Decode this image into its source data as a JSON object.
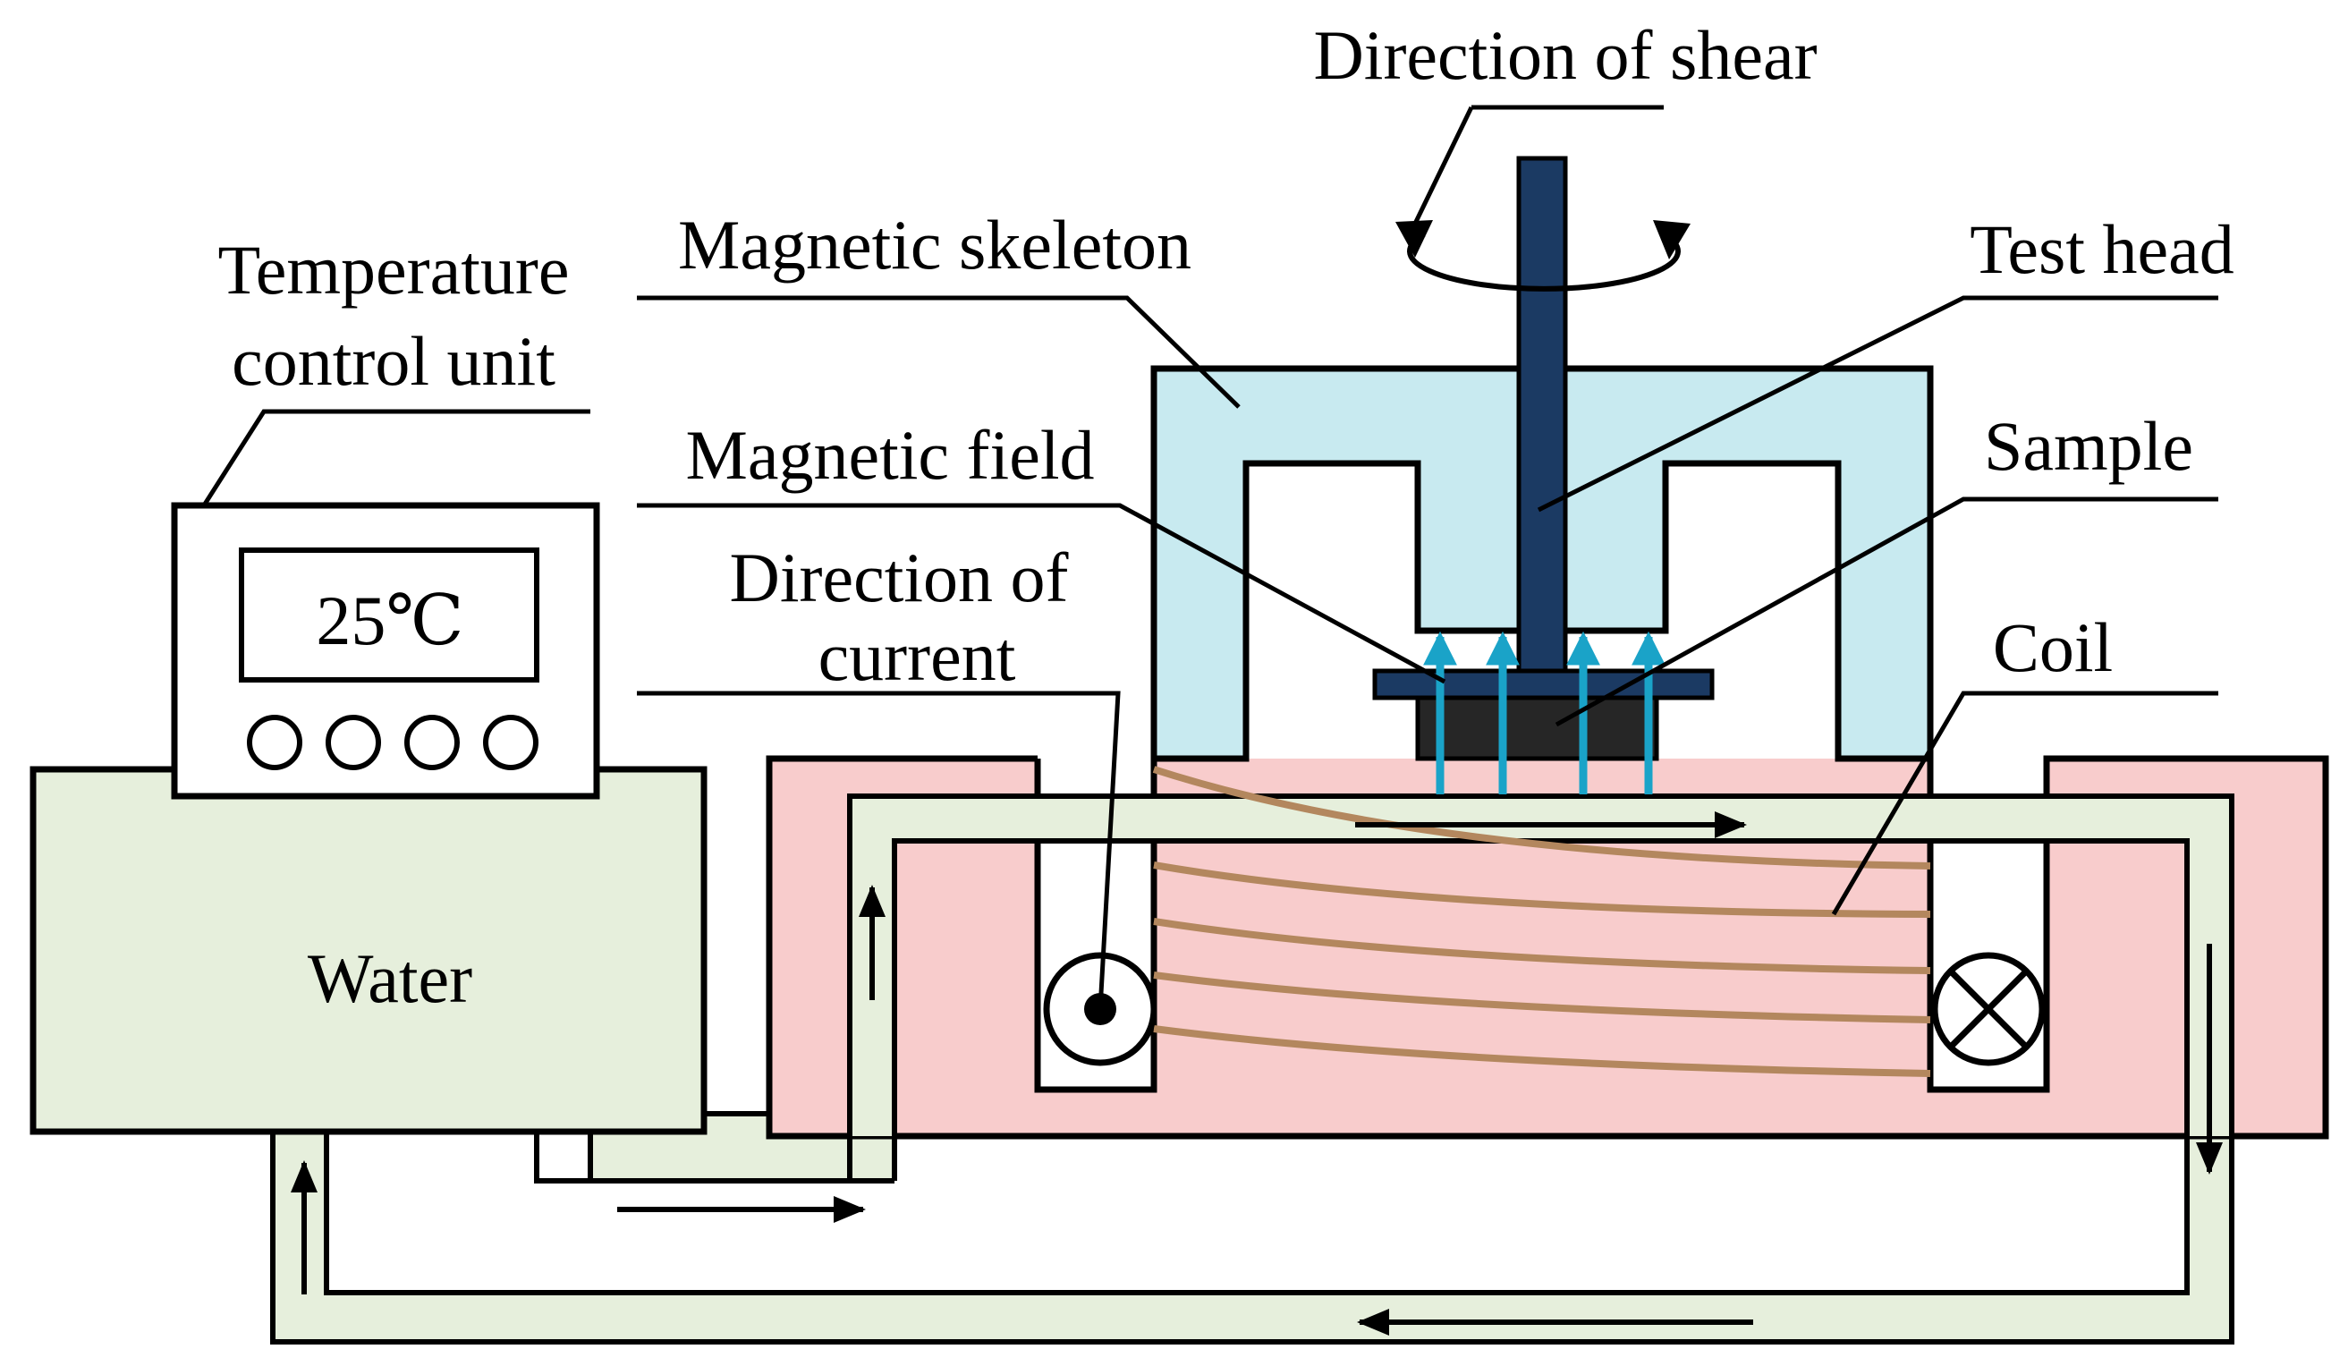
{
  "labels": {
    "direction_of_shear": "Direction of shear",
    "magnetic_skeleton": "Magnetic skeleton",
    "test_head": "Test head",
    "temperature_line1": "Temperature",
    "temperature_line2": "control unit",
    "magnetic_field": "Magnetic field",
    "sample": "Sample",
    "direction_of_current_line1": "Direction of",
    "direction_of_current_line2": "current",
    "coil": "Coil",
    "water": "Water"
  },
  "temperature_display": "25℃",
  "colors": {
    "water_tank": "#e6efdc",
    "water_pipe": "#e6efdc",
    "coil_body": "#f8cccc",
    "magnetic_skeleton": "#c8eaf0",
    "test_head": "#1b3a63",
    "sample": "#262626",
    "magnetic_field_arrows": "#1aa3c8",
    "coil_wire": "#b3875e",
    "outline": "#000000"
  }
}
